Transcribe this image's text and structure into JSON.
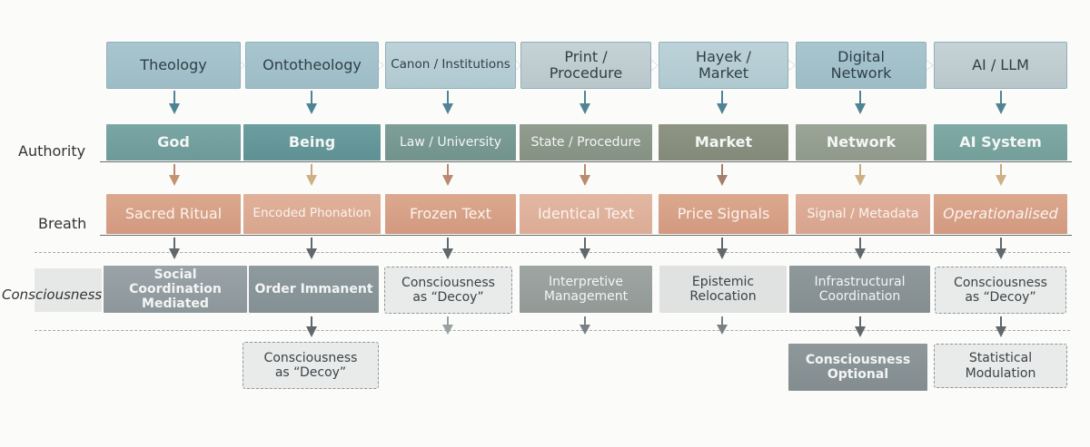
{
  "row_labels": {
    "authority": "Authority",
    "breath": "Breath",
    "consciousness": "Consciousness"
  },
  "eras": [
    "Theology",
    "Ontotheology",
    "Canon / Institutions",
    "Print / Procedure",
    "Hayek / Market",
    "Digital Network",
    "AI / LLM"
  ],
  "authority": [
    "God",
    "Being",
    "Law / University",
    "State / Procedure",
    "Market",
    "Network",
    "AI System"
  ],
  "breath": [
    "Sacred Ritual",
    "Encoded Phonation",
    "Frozen Text",
    "Identical Text",
    "Price Signals",
    "Signal / Metadata",
    "Operationalised"
  ],
  "consciousness": [
    "Social Coordination Mediated",
    "Order Immanent",
    "Consciousness as “Decoy”",
    "Interpretive Management",
    "Epistemic Relocation",
    "Infrastructural Coordination",
    "Consciousness as “Decoy”"
  ],
  "extra": {
    "ontotheology": "Consciousness as “Decoy”",
    "digital": "Consciousness Optional",
    "ai": "Statistical Modulation"
  },
  "colors": {
    "arrow_blue": "#4f8494",
    "arrow_brown": "#b98a6e",
    "arrow_grey": "#60686b",
    "authority_teal": "#6f9c9c",
    "breath_salmon": "#d7a28a"
  }
}
